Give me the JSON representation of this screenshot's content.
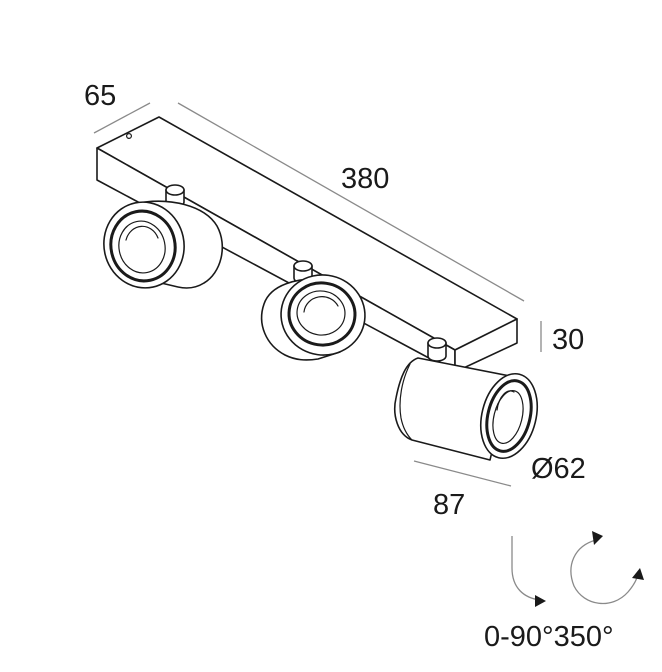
{
  "dimensions": {
    "depth": "65",
    "length": "380",
    "height": "30",
    "diameter": "Ø62",
    "spot_length": "87"
  },
  "rotation": {
    "tilt_and_pan": "0-90°350°"
  },
  "colors": {
    "line": "#1a1a1a",
    "dimension_line": "#8a8a8a",
    "background": "#ffffff"
  }
}
